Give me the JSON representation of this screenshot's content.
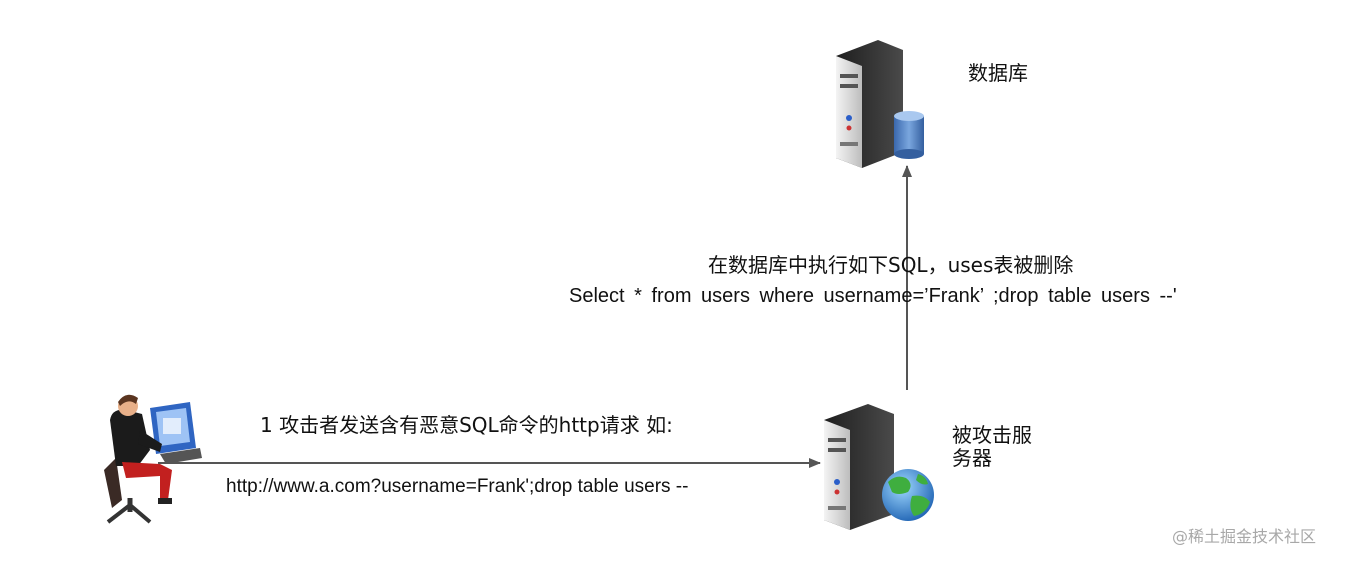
{
  "nodes": {
    "database": {
      "label": "数据库",
      "icon": "database-server-icon"
    },
    "server": {
      "label": "被攻击服务器",
      "icon": "web-server-icon"
    },
    "attacker": {
      "icon": "hacker-at-computer-icon"
    }
  },
  "edges": {
    "request": {
      "title": "1  攻击者发送含有恶意SQL命令的http请求  如:",
      "url": "http://www.a.com?username=Frank';drop table users --"
    },
    "execute": {
      "title": "在数据库中执行如下SQL，uses表被删除",
      "sql": "Select  *  from  users  where  username=’Frank’ ;drop table users --'"
    }
  },
  "watermark": "@稀土掘金技术社区",
  "colors": {
    "server_dark": "#2b2b2b",
    "server_light": "#e6e6e6",
    "db_blue": "#4f7fc4",
    "globe_green": "#3fae3f",
    "globe_blue": "#2f78c8",
    "arrow": "#555555",
    "watermark": "#a8a8a8"
  }
}
